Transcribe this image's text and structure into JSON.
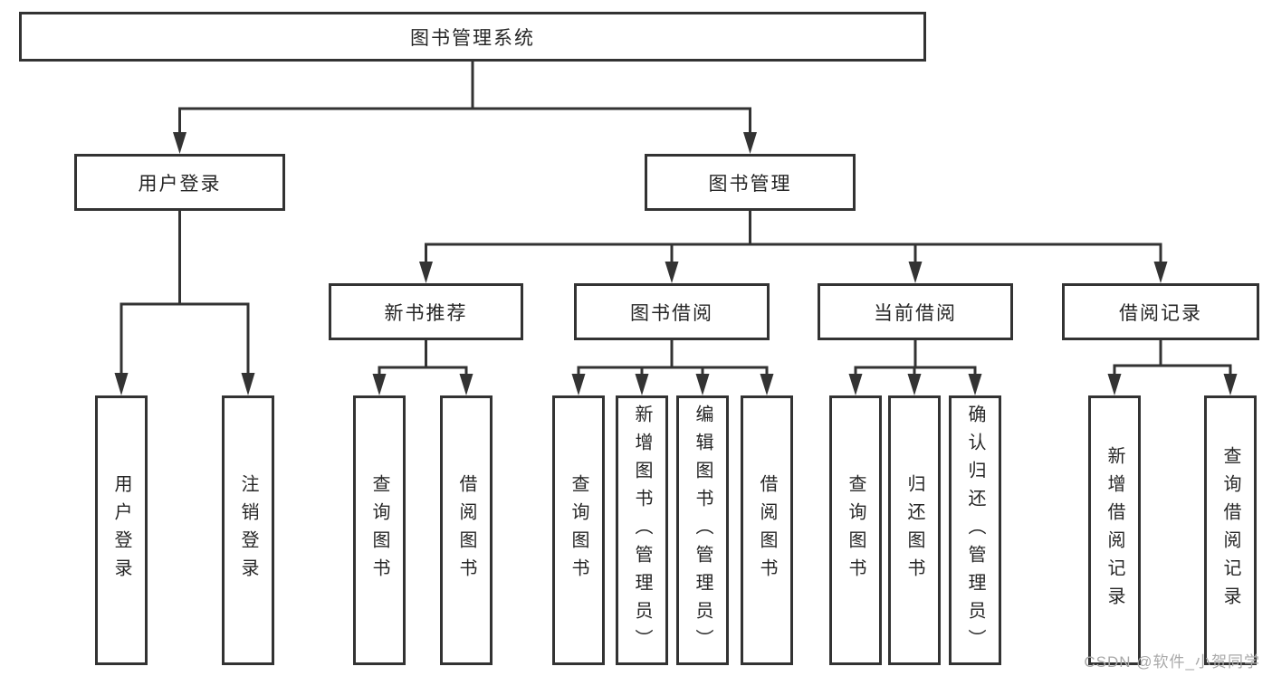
{
  "diagram": {
    "title": "图书管理系统",
    "nodes": {
      "root": "图书管理系统",
      "user_login": "用户登录",
      "book_management": "图书管理",
      "new_book_recommend": "新书推荐",
      "book_borrow": "图书借阅",
      "current_borrow": "当前借阅",
      "borrow_records": "借阅记录",
      "leaf_user_login": "用户登录",
      "leaf_logout": "注销登录",
      "leaf_nbr_query_books": "查询图书",
      "leaf_nbr_borrow_books": "借阅图书",
      "leaf_bb_query_books": "查询图书",
      "leaf_bb_add_books_admin": "新增图书（管理员）",
      "leaf_bb_edit_books_admin": "编辑图书（管理员）",
      "leaf_bb_borrow_books": "借阅图书",
      "leaf_cb_query_books": "查询图书",
      "leaf_cb_return_books": "归还图书",
      "leaf_cb_confirm_return_admin": "确认归还（管理员）",
      "leaf_br_add_record": "新增借阅记录",
      "leaf_br_query_record": "查询借阅记录"
    },
    "colors": {
      "line": "#333333",
      "box_border": "#333333",
      "box_background": "#ffffff",
      "text": "#262626",
      "watermark_text": "#a9a9a9",
      "background": "#ffffff"
    }
  },
  "watermark": "CSDN @软件_小贺同学"
}
